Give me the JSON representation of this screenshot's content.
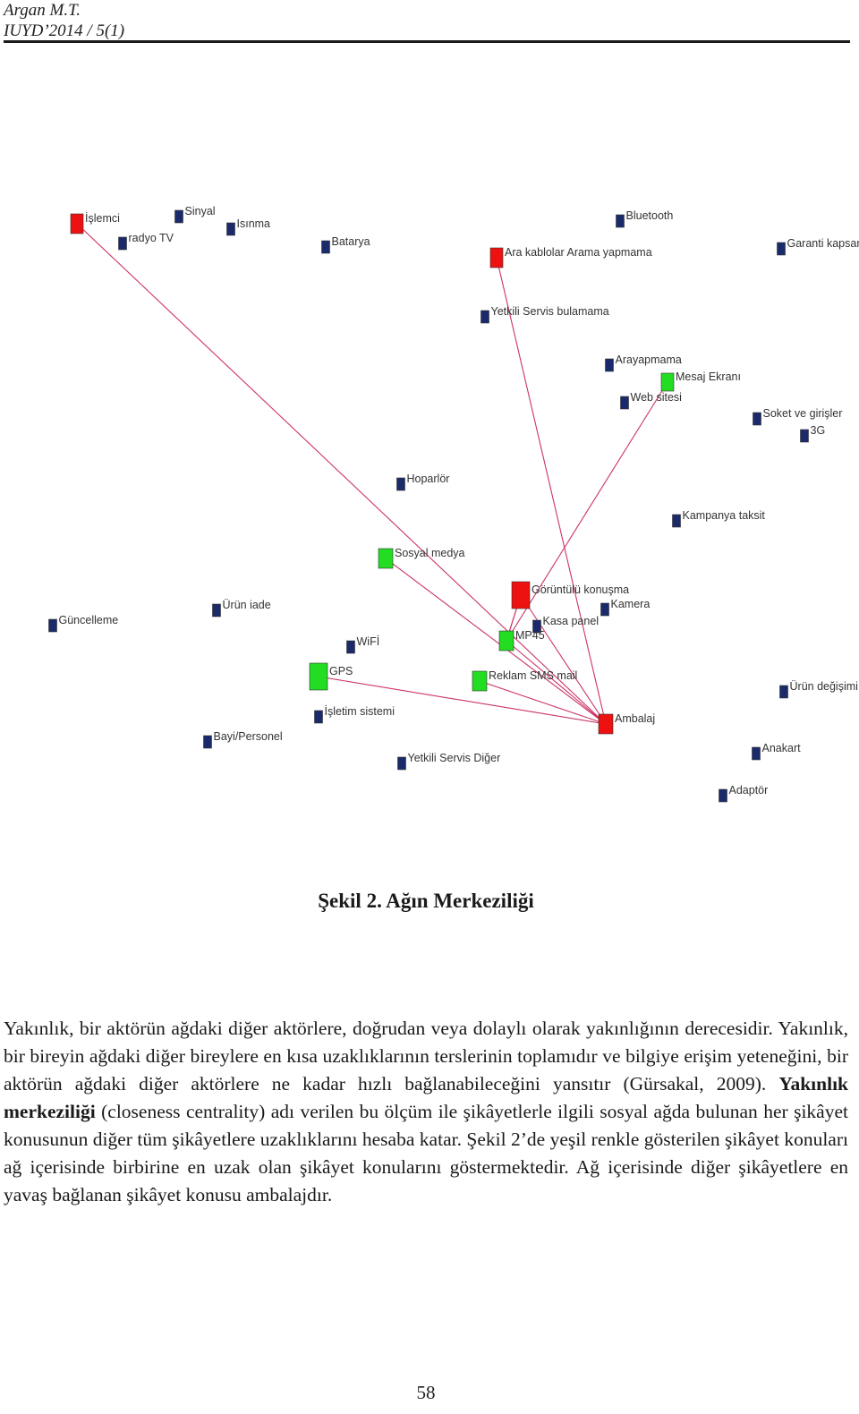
{
  "header": {
    "author": "Argan M.T.",
    "journal": "IUYD’2014 / 5(1)"
  },
  "figure": {
    "caption": "Şekil 2. Ağın Merkeziliği",
    "colors": {
      "red": "#ee1111",
      "green": "#22dd22",
      "blue": "#1a2a6a",
      "edge": "#cc3366"
    },
    "nodes": [
      {
        "id": "islemci",
        "label": "İşlemci",
        "color": "red"
      },
      {
        "id": "sinyal",
        "label": "Sinyal",
        "color": "blue"
      },
      {
        "id": "radyotv",
        "label": "radyo TV",
        "color": "blue"
      },
      {
        "id": "isinma",
        "label": "Isınma",
        "color": "blue"
      },
      {
        "id": "batarya",
        "label": "Batarya",
        "color": "blue"
      },
      {
        "id": "arakablolar",
        "label": "Ara kablolar  Arama yapmama",
        "color": "red"
      },
      {
        "id": "bluetooth",
        "label": "Bluetooth",
        "color": "blue"
      },
      {
        "id": "garanti",
        "label": "Garanti kapsamı",
        "color": "blue"
      },
      {
        "id": "yetkiliservis",
        "label": "Yetkili Servis bulamama",
        "color": "blue"
      },
      {
        "id": "arayapmama",
        "label": "Arayapmama",
        "color": "blue"
      },
      {
        "id": "mesajekrani",
        "label": "Mesaj Ekranı",
        "color": "green"
      },
      {
        "id": "websitesi",
        "label": "Web sitesi",
        "color": "blue"
      },
      {
        "id": "soket",
        "label": "Soket ve girişler",
        "color": "blue"
      },
      {
        "id": "g3",
        "label": "3G",
        "color": "blue"
      },
      {
        "id": "hoparlor",
        "label": "Hoparlör",
        "color": "blue"
      },
      {
        "id": "kampanya",
        "label": "Kampanya taksit",
        "color": "blue"
      },
      {
        "id": "sosyalmedya",
        "label": "Sosyal medya",
        "color": "green"
      },
      {
        "id": "goruntulu",
        "label": "Görüntülü konuşma",
        "color": "red"
      },
      {
        "id": "kamera",
        "label": "Kamera",
        "color": "blue"
      },
      {
        "id": "guncelleme",
        "label": "Güncelleme",
        "color": "blue"
      },
      {
        "id": "uruniade",
        "label": "Ürün iade",
        "color": "blue"
      },
      {
        "id": "kasapanel",
        "label": "Kasa panel",
        "color": "blue"
      },
      {
        "id": "mp45",
        "label": "MP45",
        "color": "green"
      },
      {
        "id": "wifi",
        "label": "WiFİ",
        "color": "blue"
      },
      {
        "id": "gps",
        "label": "GPS",
        "color": "green"
      },
      {
        "id": "reklam",
        "label": "Reklam SMS mail",
        "color": "green"
      },
      {
        "id": "urundegisimi",
        "label": "Ürün değişimi",
        "color": "blue"
      },
      {
        "id": "isletim",
        "label": "İşletim sistemi",
        "color": "blue"
      },
      {
        "id": "ambalaj",
        "label": "Ambalaj",
        "color": "red"
      },
      {
        "id": "bayi",
        "label": "Bayi/Personel",
        "color": "blue"
      },
      {
        "id": "anakart",
        "label": "Anakart",
        "color": "blue"
      },
      {
        "id": "yetkiliservisdiger",
        "label": "Yetkili Servis Diğer",
        "color": "blue"
      },
      {
        "id": "adaptor",
        "label": "Adaptör",
        "color": "blue"
      }
    ],
    "edges": [
      [
        "ambalaj",
        "islemci"
      ],
      [
        "ambalaj",
        "arakablolar"
      ],
      [
        "ambalaj",
        "goruntulu"
      ],
      [
        "ambalaj",
        "sosyalmedya"
      ],
      [
        "ambalaj",
        "gps"
      ],
      [
        "ambalaj",
        "reklam"
      ],
      [
        "ambalaj",
        "mp45"
      ],
      [
        "mesajekrani",
        "mp45"
      ],
      [
        "mp45",
        "goruntulu"
      ],
      [
        "goruntulu",
        "mp45"
      ]
    ]
  },
  "body": {
    "p1": "Yakınlık, bir aktörün ağdaki diğer aktörlere, doğrudan veya dolaylı olarak yakınlığının derecesidir. Yakınlık, bir bireyin ağdaki diğer bireylere en kısa uzaklıklarının terslerinin toplamıdır ve bilgiye erişim yeteneğini, bir aktörün ağdaki diğer aktörlere ne kadar hızlı bağlanabileceğini yansıtır (Gürsakal, 2009). ",
    "p_bold": "Yakınlık merkeziliği",
    "p2": " (closeness centrality) adı verilen bu ölçüm ile şikâyetlerle ilgili sosyal ağda bulunan her şikâyet konusunun diğer tüm şikâyetlere uzaklıklarını hesaba katar. Şekil 2’de yeşil renkle gösterilen şikâyet konuları ağ içerisinde birbirine en uzak olan şikâyet konularını göstermektedir. Ağ içerisinde diğer şikâyetlere en yavaş bağlanan şikâyet konusu ambalajdır."
  },
  "page_number": "58"
}
